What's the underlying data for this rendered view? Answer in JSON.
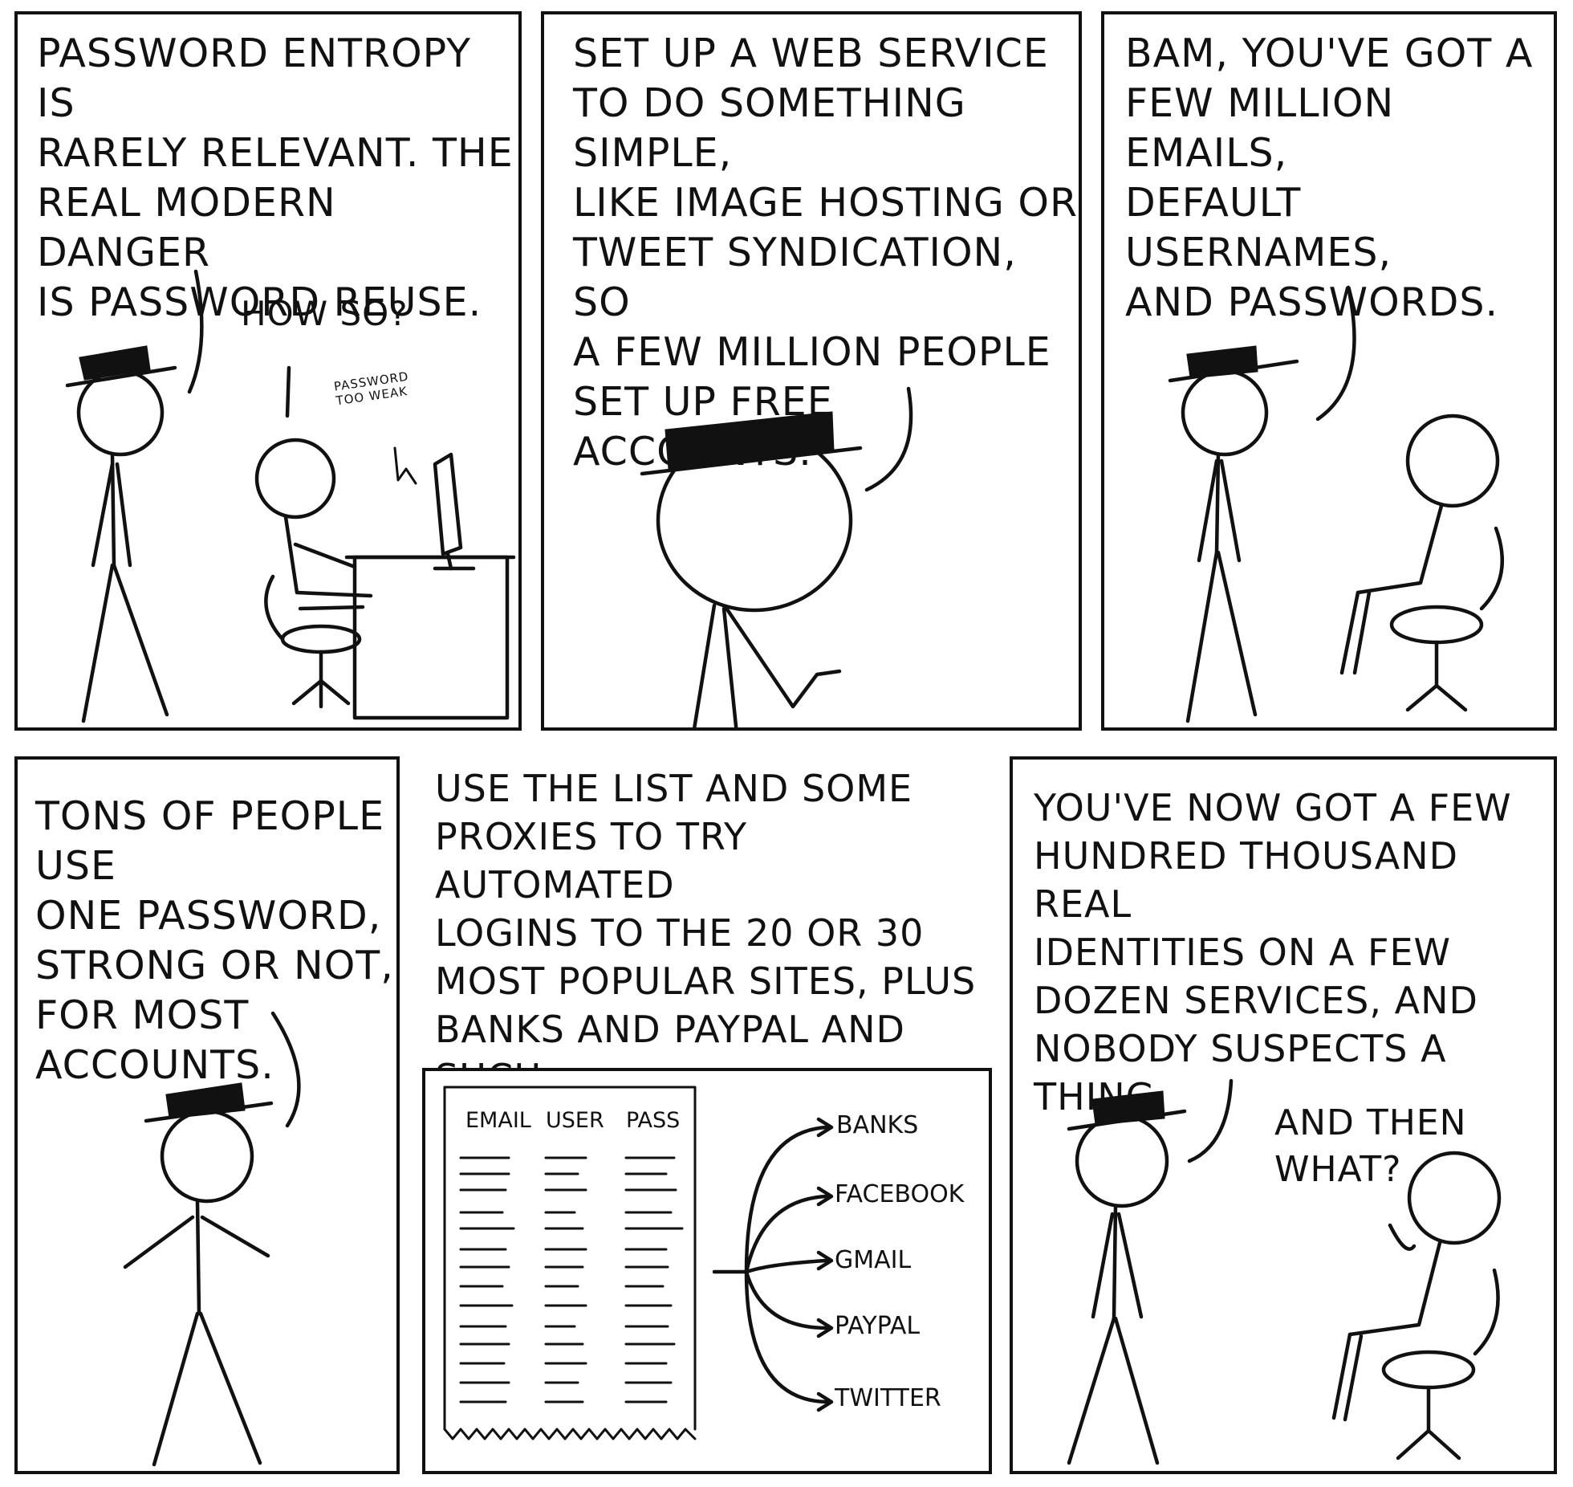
{
  "panels": [
    {
      "caption": "PASSWORD ENTROPY IS\nRARELY RELEVANT.  THE\nREAL MODERN DANGER\nIS PASSWORD REUSE.",
      "speech": "HOW SO?",
      "screen_text": "PASSWORD\nTOO WEAK"
    },
    {
      "caption": "SET UP A WEB SERVICE\nTO DO SOMETHING SIMPLE,\nLIKE IMAGE HOSTING OR\nTWEET SYNDICATION, SO\nA FEW MILLION PEOPLE\nSET UP FREE ACCOUNTS."
    },
    {
      "caption": "BAM, YOU'VE GOT A\nFEW MILLION EMAILS,\nDEFAULT USERNAMES,\nAND PASSWORDS."
    },
    {
      "caption": "TONS OF PEOPLE USE\nONE PASSWORD,\nSTRONG OR NOT,\nFOR MOST ACCOUNTS."
    },
    {
      "caption": "USE THE LIST AND SOME\nPROXIES TO TRY AUTOMATED\nLOGINS TO THE 20 OR 30\nMOST POPULAR SITES, PLUS\nBANKS AND PAYPAL AND SUCH.",
      "list_headers": [
        "EMAIL",
        "USER",
        "PASS"
      ],
      "targets": [
        "BANKS",
        "FACEBOOK",
        "GMAIL",
        "PAYPAL",
        "TWITTER"
      ]
    },
    {
      "caption": "YOU'VE NOW GOT A FEW\nHUNDRED THOUSAND REAL\nIDENTITIES ON A FEW\nDOZEN SERVICES, AND\nNOBODY SUSPECTS A THING.",
      "speech": "AND THEN\nWHAT?"
    }
  ],
  "colors": {
    "ink": "#111111",
    "paper": "#ffffff"
  }
}
